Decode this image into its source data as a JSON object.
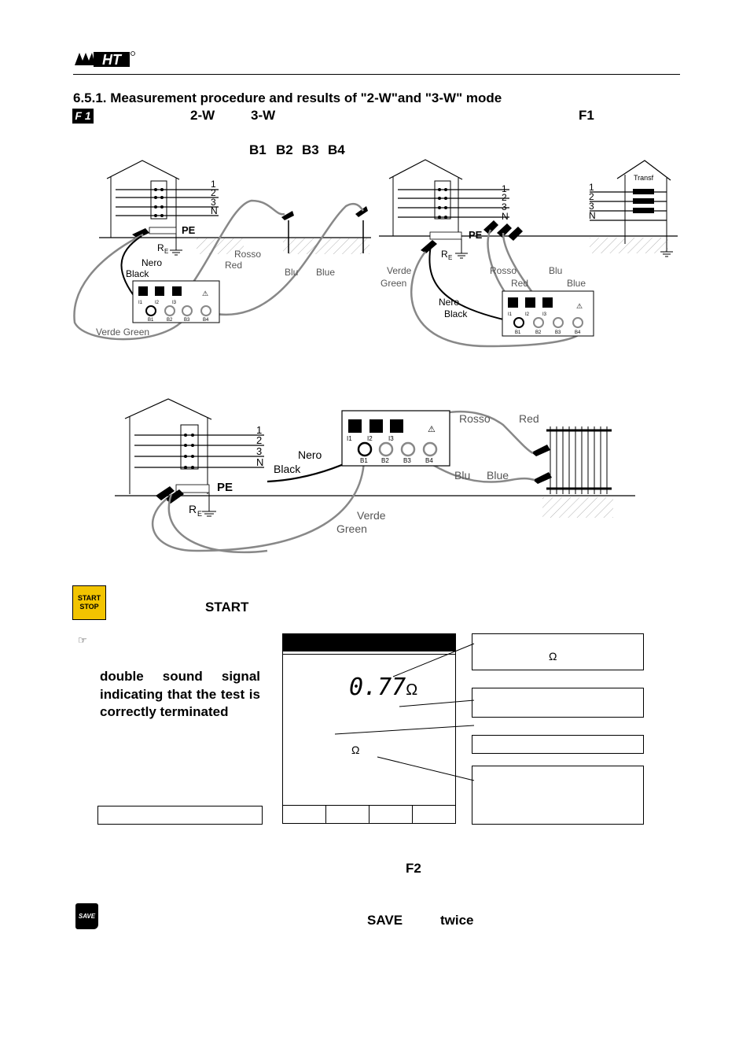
{
  "logo": {
    "text": "HT"
  },
  "section": {
    "title": "6.5.1.   Measurement procedure and results of \"2-W\"and \"3-W\" mode"
  },
  "intro": {
    "key_f1": "F 1",
    "mode_2w": "2-W",
    "mode_3w": "3-W",
    "f1": "F1",
    "b1": "B1",
    "b2": "B2",
    "b3": "B3",
    "b4": "B4"
  },
  "diagrams": {
    "lines": [
      "1",
      "2",
      "3",
      "N"
    ],
    "pe": "PE",
    "re": "R",
    "re_sub": "E",
    "transf": "Transf",
    "terminals_top": [
      "I1",
      "I2",
      "I3"
    ],
    "terminals_bottom": [
      "B1",
      "B2",
      "B3",
      "B4"
    ],
    "warn": "⚠",
    "labels": {
      "nero": "Nero",
      "black": "Black",
      "rosso": "Rosso",
      "red": "Red",
      "blu": "Blu",
      "blue": "Blue",
      "verde": "Verde",
      "green": "Green",
      "verde_green": "Verde  Green"
    }
  },
  "start": {
    "key_line1": "START",
    "key_line2": "STOP",
    "label": "START"
  },
  "note": {
    "icon": "☞",
    "text": "double sound signal indicating that the test is correctly terminated"
  },
  "display": {
    "main_value": "0.77",
    "main_unit": "Ω",
    "small_unit": "Ω",
    "callout1_unit": "Ω"
  },
  "f2": {
    "label": "F2"
  },
  "save": {
    "key": "SAVE",
    "label": "SAVE",
    "twice": "twice"
  }
}
